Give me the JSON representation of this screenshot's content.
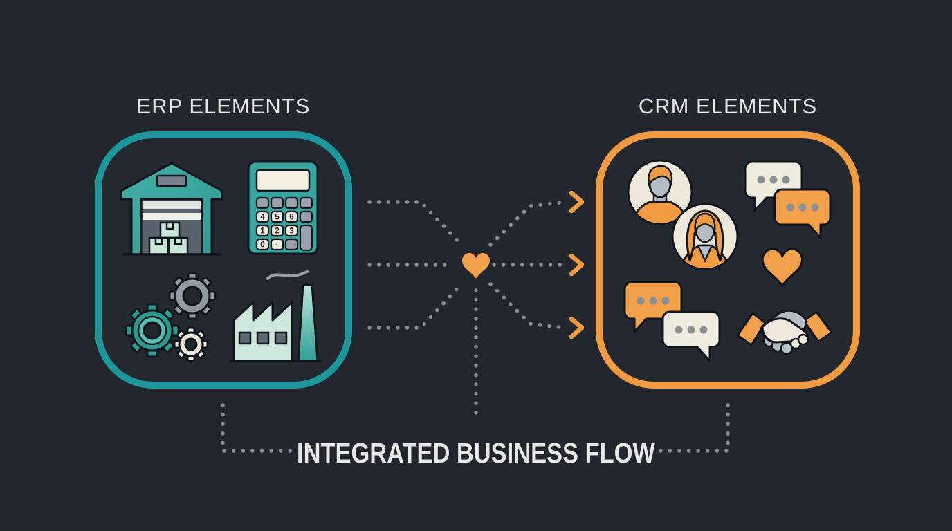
{
  "diagram": {
    "background_color": "#22262d",
    "text_color": "#e6e7e7",
    "outline_color": "#10151b",
    "dot_color": "#878e95",
    "flow_label": "INTEGRATED BUSINESS FLOW",
    "erp_box": {
      "title": "ERP ELEMENTS",
      "accent_color": "#1e979c",
      "icons": [
        "warehouse",
        "calculator",
        "gears",
        "factory"
      ]
    },
    "crm_box": {
      "title": "CRM ELEMENTS",
      "accent_color": "#f09a41",
      "icons": [
        "customer-avatars",
        "chat-bubbles",
        "heart",
        "handshake"
      ]
    },
    "calculator": {
      "keys_row1": [
        "4",
        "5",
        "6"
      ],
      "keys_row2": [
        "1",
        "2",
        "3"
      ],
      "keys_row3": [
        "0",
        "·"
      ]
    },
    "connector": {
      "arrow_color": "#f09a41",
      "heart_color": "#f09a41",
      "arrow_count": 3
    }
  }
}
